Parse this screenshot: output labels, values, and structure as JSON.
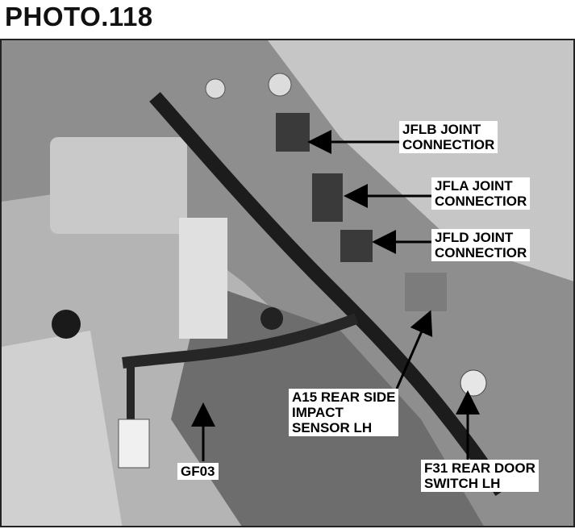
{
  "page": {
    "title": "PHOTO.118"
  },
  "callouts": {
    "jflb": {
      "line1": "JFLB JOINT",
      "line2": "CONNECTIOR"
    },
    "jfla": {
      "line1": "JFLA JOINT",
      "line2": "CONNECTIOR"
    },
    "jfld": {
      "line1": "JFLD JOINT",
      "line2": "CONNECTIOR"
    },
    "a15": {
      "line1": "A15 REAR SIDE",
      "line2": "IMPACT",
      "line3": "SENSOR LH"
    },
    "f31": {
      "line1": "F31 REAR DOOR",
      "line2": "SWITCH LH"
    },
    "gf03": {
      "line1": "GF03"
    }
  }
}
